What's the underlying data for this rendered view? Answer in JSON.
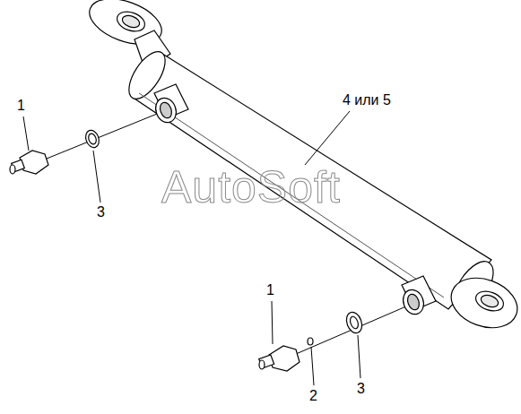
{
  "diagram": {
    "labels": [
      "1",
      "3",
      "4 или 5",
      "AutoSoft",
      "1",
      "2",
      "3"
    ]
  }
}
